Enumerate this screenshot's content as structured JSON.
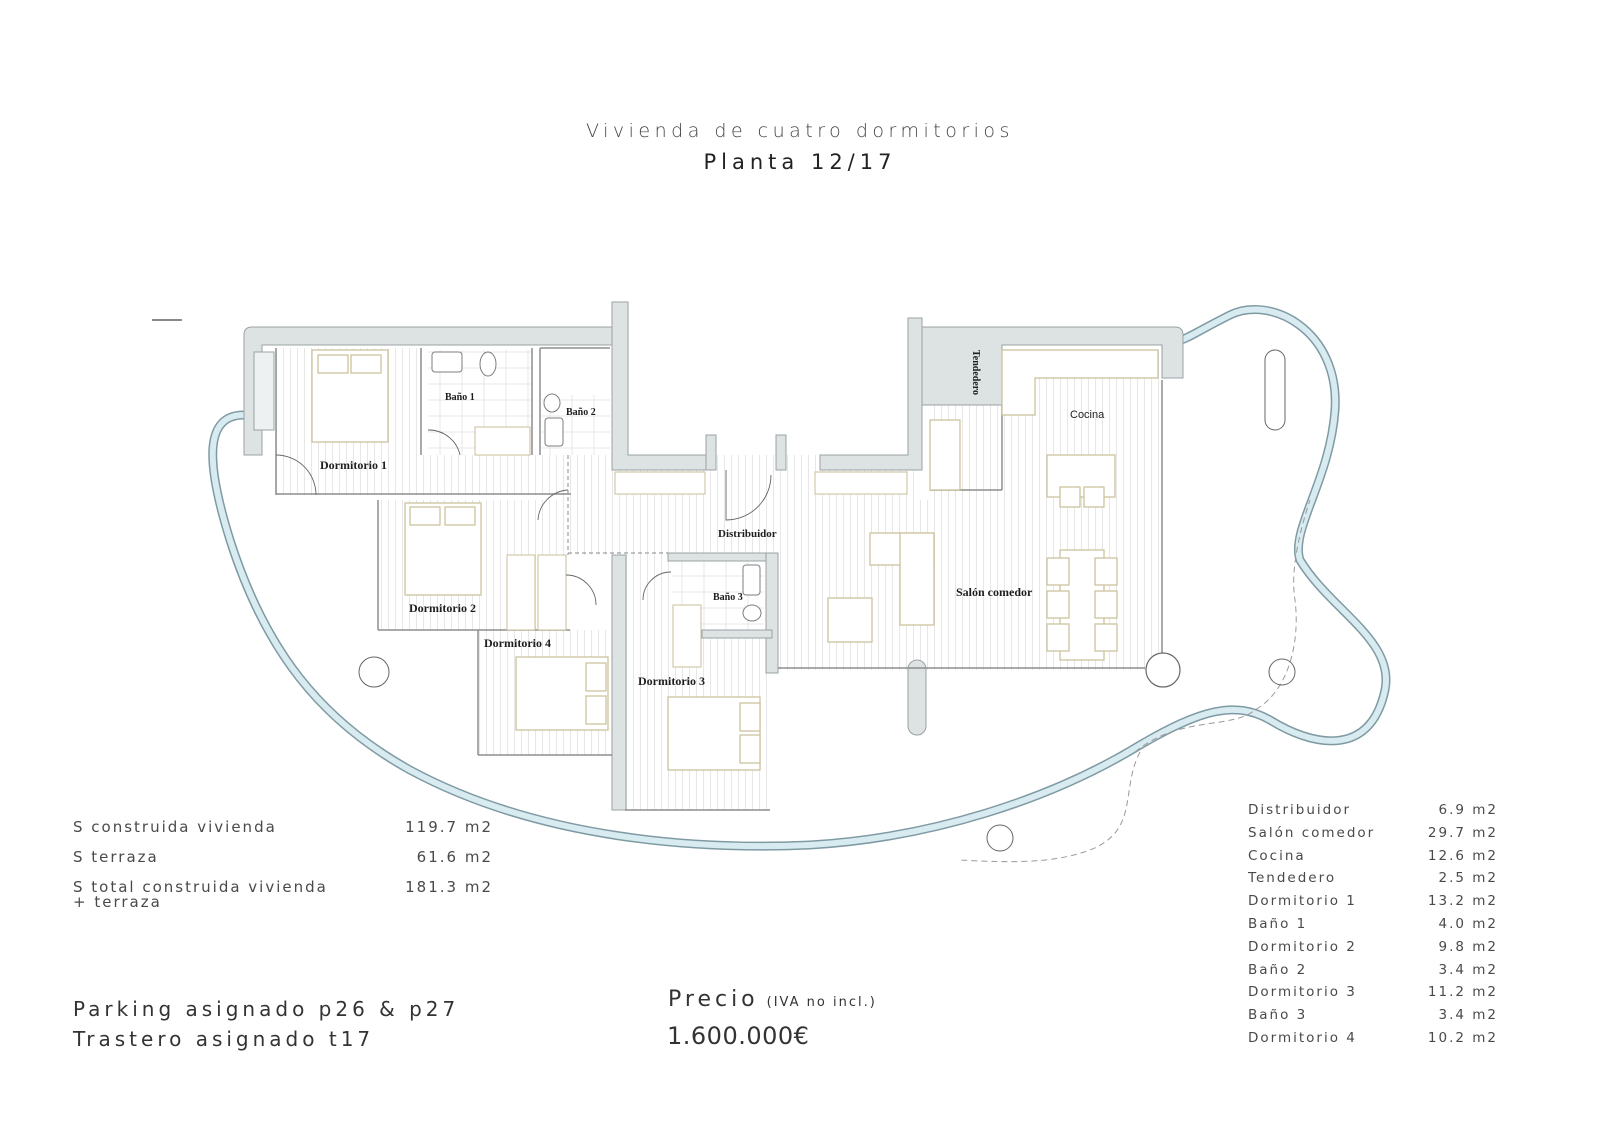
{
  "header": {
    "title": "Vivienda de cuatro dormitorios",
    "subtitle": "Planta 12/17"
  },
  "floor_plan": {
    "rooms": {
      "dormitorio_1": "Dormitorio 1",
      "bano_1": "Baño 1",
      "bano_2": "Baño 2",
      "tendedero": "Tendedero",
      "cocina": "Cocina",
      "distribuidor": "Distribuidor",
      "dormitorio_2": "Dormitorio 2",
      "dormitorio_4": "Dormitorio 4",
      "bano_3": "Baño 3",
      "dormitorio_3": "Dormitorio 3",
      "salon_comedor": "Salón comedor"
    },
    "colors": {
      "wall": "#dde2e3",
      "wall_stroke": "#9aa3a5",
      "terrace_rail": "#cfe6ee",
      "terrace_stroke": "#7f9aa3",
      "furniture": "#c8bf98",
      "floor_lines": "#e6e6e6"
    }
  },
  "surfaces": [
    {
      "label": "S construida vivienda",
      "value": "119.7 m2"
    },
    {
      "label": "S terraza",
      "value": "61.6 m2"
    },
    {
      "label": "S total construida vivienda",
      "label_line2": "+ terraza",
      "value": "181.3 m2"
    }
  ],
  "assignments": {
    "parking": "Parking asignado p26 & p27",
    "storage": "Trastero asignado t17"
  },
  "price": {
    "label": "Precio",
    "note": "(IVA no incl.)",
    "value": "1.600.000€"
  },
  "room_areas": [
    {
      "label": "Distribuidor",
      "value": "6.9 m2"
    },
    {
      "label": "Salón comedor",
      "value": "29.7 m2"
    },
    {
      "label": "Cocina",
      "value": "12.6 m2"
    },
    {
      "label": "Tendedero",
      "value": "2.5 m2"
    },
    {
      "label": "Dormitorio 1",
      "value": "13.2 m2"
    },
    {
      "label": "Baño 1",
      "value": "4.0 m2"
    },
    {
      "label": "Dormitorio 2",
      "value": "9.8 m2"
    },
    {
      "label": "Baño 2",
      "value": "3.4 m2"
    },
    {
      "label": "Dormitorio 3",
      "value": "11.2 m2"
    },
    {
      "label": "Baño 3",
      "value": "3.4 m2"
    },
    {
      "label": "Dormitorio 4",
      "value": "10.2 m2"
    }
  ]
}
